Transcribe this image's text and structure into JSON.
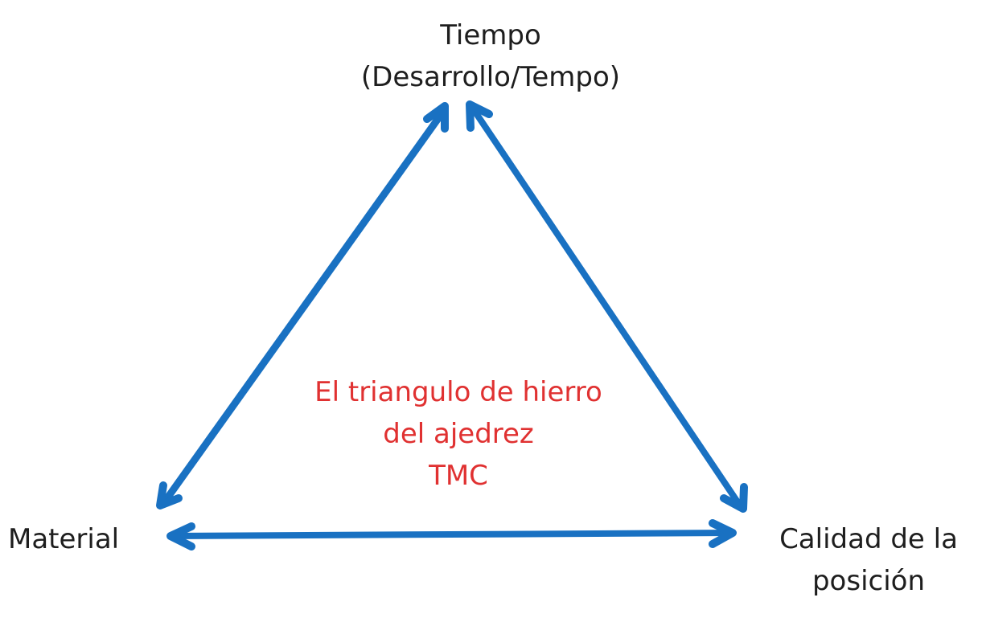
{
  "nodes": {
    "top": {
      "lines": [
        "Tiempo",
        "(Desarrollo/Tempo)"
      ]
    },
    "left": {
      "lines": [
        "Material"
      ]
    },
    "right": {
      "lines": [
        "Calidad de la",
        "posición"
      ]
    }
  },
  "center": {
    "lines": [
      "El triangulo de hierro",
      "del ajedrez",
      "TMC"
    ]
  },
  "colors": {
    "arrow": "#1971c2",
    "node_text": "#1e1e1e",
    "center_text": "#e03131",
    "background": "#ffffff"
  },
  "edges": [
    {
      "from": "top",
      "to": "left",
      "direction": "both"
    },
    {
      "from": "top",
      "to": "right",
      "direction": "both"
    },
    {
      "from": "left",
      "to": "right",
      "direction": "both"
    }
  ]
}
